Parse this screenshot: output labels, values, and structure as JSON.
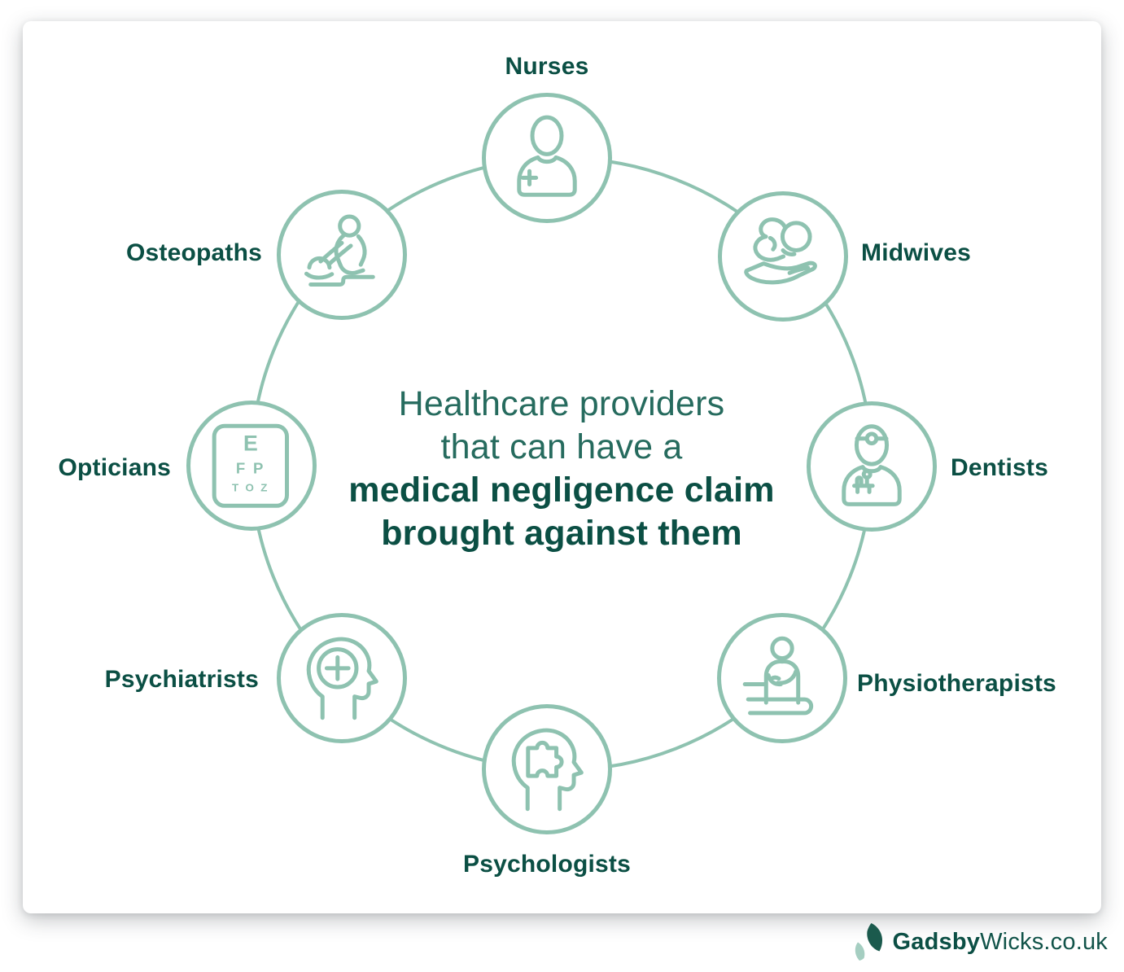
{
  "center_text": {
    "line1": "Healthcare providers",
    "line2": "that can have a",
    "line3": "medical negligence claim",
    "line4": "brought against them"
  },
  "providers": [
    {
      "id": "nurses",
      "label": "Nurses",
      "icon": "nurse-icon"
    },
    {
      "id": "midwives",
      "label": "Midwives",
      "icon": "midwife-baby-in-hand-icon"
    },
    {
      "id": "dentists",
      "label": "Dentists",
      "icon": "dentist-head-mirror-icon"
    },
    {
      "id": "physiotherapists",
      "label": "Physiotherapists",
      "icon": "physiotherapist-treatment-icon"
    },
    {
      "id": "psychologists",
      "label": "Psychologists",
      "icon": "head-puzzle-icon"
    },
    {
      "id": "psychiatrists",
      "label": "Psychiatrists",
      "icon": "head-plus-icon"
    },
    {
      "id": "opticians",
      "label": "Opticians",
      "icon": "eye-chart-icon"
    },
    {
      "id": "osteopaths",
      "label": "Osteopaths",
      "icon": "osteopath-treatment-icon"
    }
  ],
  "optician_chart": {
    "row1": "E",
    "row2": "F P",
    "row3": "T O Z"
  },
  "footer": {
    "brand_bold": "Gadsby",
    "brand_regular": "Wicks.co.uk"
  },
  "colors": {
    "teal_dark": "#0b4f44",
    "teal_light_text": "#266b5e",
    "sage_stroke": "#8ec2b0",
    "leaf_dark": "#1b5a4d",
    "leaf_light": "#a5cec1",
    "card_background": "#ffffff"
  }
}
